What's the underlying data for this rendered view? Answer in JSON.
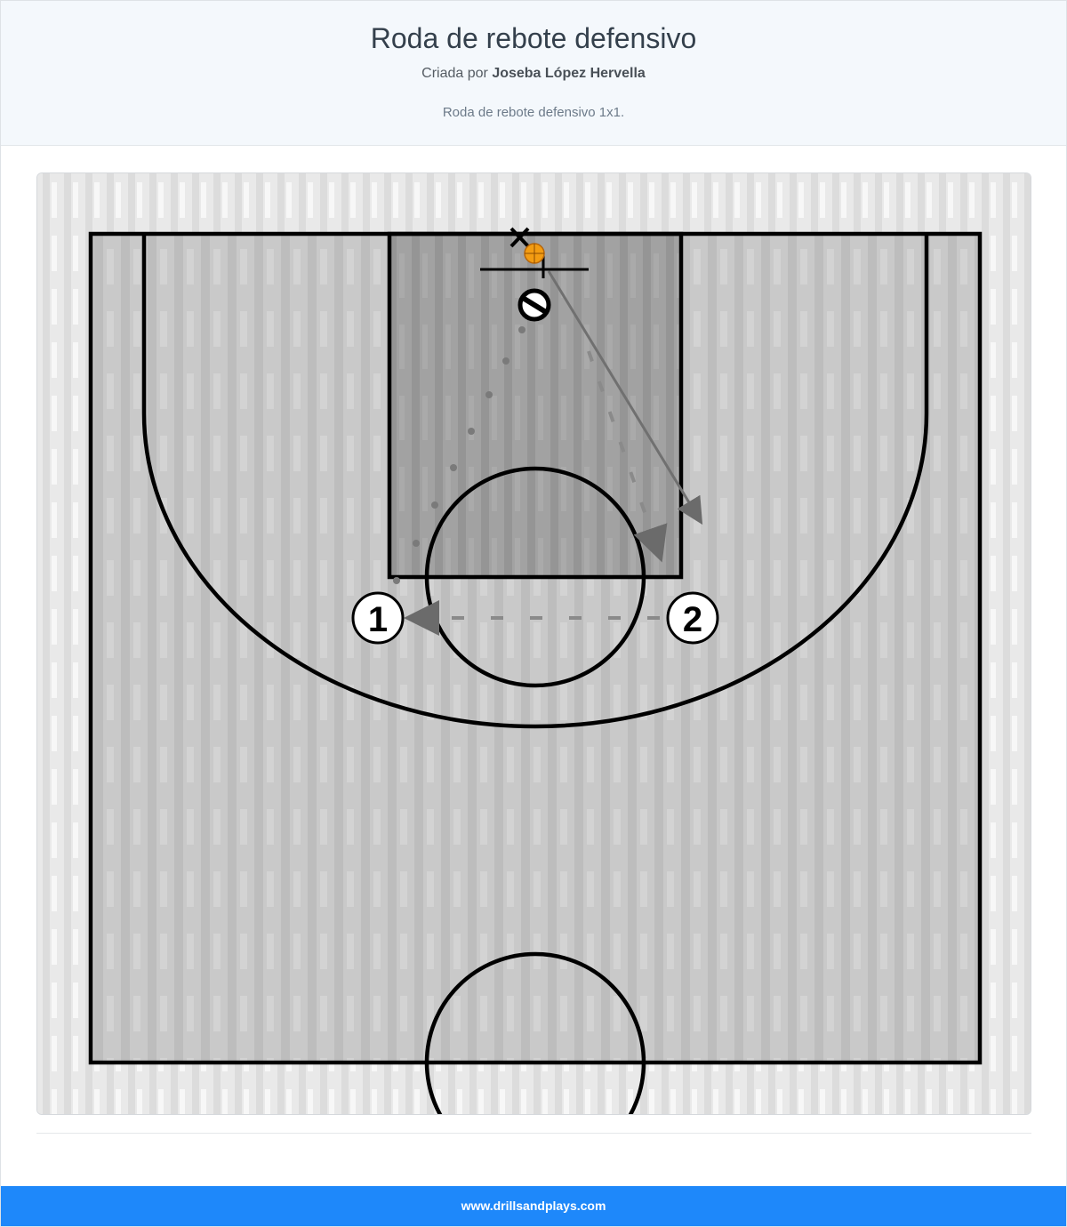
{
  "header": {
    "title": "Roda de rebote defensivo",
    "created_by_prefix": "Criada por",
    "author": "Joseba López Hervella",
    "description": "Roda de rebote defensivo 1x1."
  },
  "diagram": {
    "players": [
      {
        "label": "1"
      },
      {
        "label": "2"
      }
    ],
    "defender_mark": "X",
    "icons": [
      "basketball-icon",
      "offense-player-icon",
      "defense-player-icon"
    ]
  },
  "footer": {
    "site": "www.drillsandplays.com"
  },
  "colors": {
    "header_bg": "#f4f8fc",
    "footer_bg": "#1e88fa",
    "ball": "#f39c12",
    "court_line": "#000000",
    "paint": "#9a9a9a",
    "floor": "#c6c6c6"
  }
}
